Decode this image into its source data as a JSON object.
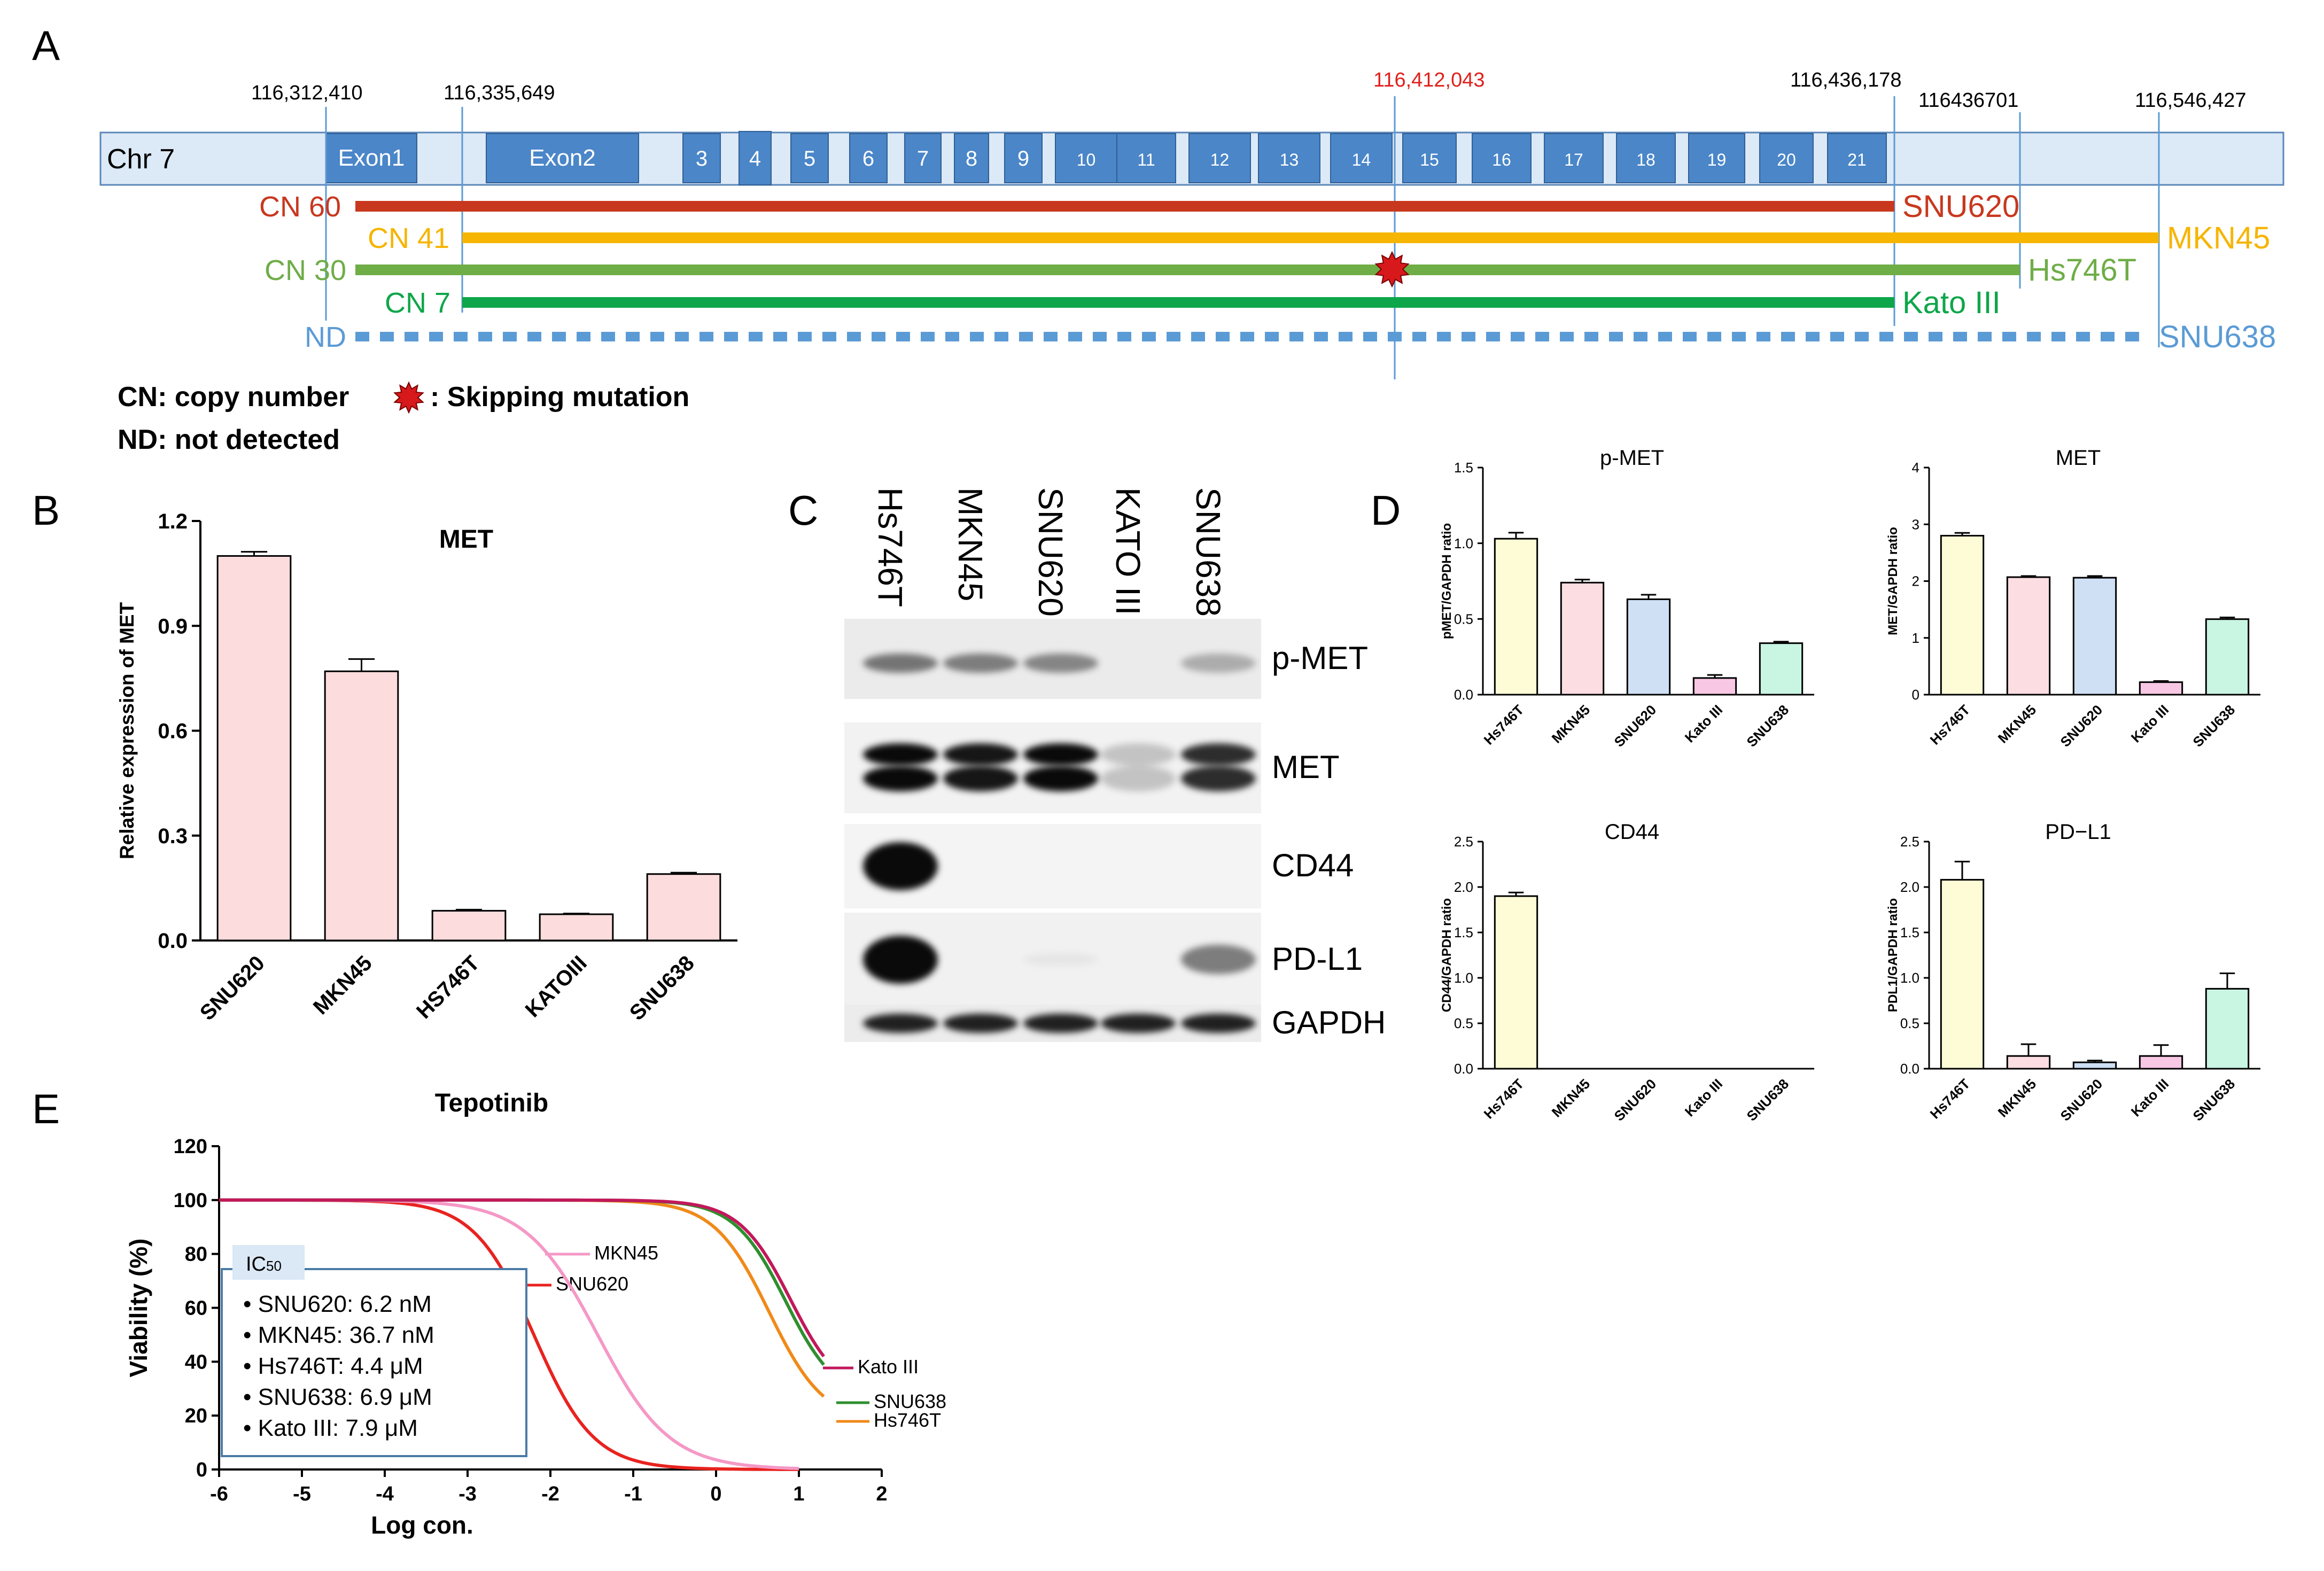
{
  "panels": {
    "a": "A",
    "b": "B",
    "c": "C",
    "d": "D",
    "e": "E"
  },
  "panel_a": {
    "chromosome_label": "Chr 7",
    "coordinates": [
      {
        "text": "116,312,410",
        "color": "#000000"
      },
      {
        "text": "116,335,649",
        "color": "#000000"
      },
      {
        "text": "116,412,043",
        "color": "#e0201b"
      },
      {
        "text": "116,436,178",
        "color": "#000000"
      },
      {
        "text": "116436701",
        "color": "#000000"
      },
      {
        "text": "116,546,427",
        "color": "#000000"
      }
    ],
    "exons": [
      "Exon1",
      "Exon2",
      "3",
      "4",
      "5",
      "6",
      "7",
      "8",
      "9",
      "10",
      "11",
      "12",
      "13",
      "14",
      "15",
      "16",
      "17",
      "18",
      "19",
      "20",
      "21"
    ],
    "copy_numbers": [
      {
        "cn": "CN 60",
        "cell_line": "SNU620",
        "color": "#c8381e"
      },
      {
        "cn": "CN 41",
        "cell_line": "MKN45",
        "color": "#f5b500"
      },
      {
        "cn": "CN 30",
        "cell_line": "Hs746T",
        "color": "#6fad47"
      },
      {
        "cn": "CN 7",
        "cell_line": "Kato III",
        "color": "#0ea64a"
      },
      {
        "cn": "ND",
        "cell_line": "SNU638",
        "color": "#5b9bd5"
      }
    ],
    "legend": {
      "cn": "CN: copy number",
      "skip": ": Skipping mutation",
      "nd": "ND: not detected"
    },
    "colors": {
      "chromosome_fill": "#dce9f6",
      "exon_fill": "#4a86c8",
      "mutation": "#d7191c"
    }
  },
  "panel_b": {
    "chart_data": {
      "type": "bar",
      "title": "MET",
      "ylabel": "Relative expression of MET",
      "categories": [
        "SNU620",
        "MKN45",
        "HS746T",
        "KATOIII",
        "SNU638"
      ],
      "values": [
        1.1,
        0.77,
        0.085,
        0.075,
        0.19
      ],
      "errors": [
        0.012,
        0.035,
        0.003,
        0.002,
        0.004
      ],
      "ylim": [
        0,
        1.2
      ],
      "yticks": [
        "0.0",
        "0.3",
        "0.6",
        "0.9",
        "1.2"
      ],
      "color": "#fcdcdc"
    }
  },
  "panel_c": {
    "lanes": [
      "Hs746T",
      "MKN45",
      "SNU620",
      "KATO III",
      "SNU638"
    ],
    "blots": [
      "p-MET",
      "MET",
      "CD44",
      "PD-L1",
      "GAPDH"
    ],
    "intensities": {
      "p-MET": [
        0.75,
        0.7,
        0.65,
        0.0,
        0.4
      ],
      "MET": [
        1.0,
        0.95,
        1.0,
        0.2,
        0.85
      ],
      "CD44": [
        1.0,
        0.0,
        0.0,
        0.0,
        0.0
      ],
      "PD-L1": [
        1.0,
        0.0,
        0.05,
        0.0,
        0.5
      ],
      "GAPDH": [
        0.9,
        0.9,
        0.9,
        0.9,
        0.9
      ]
    }
  },
  "panel_d": {
    "chart_data": [
      {
        "type": "bar",
        "title": "p-MET",
        "ylabel": "pMET/GAPDH ratio",
        "categories": [
          "Hs746T",
          "MKN45",
          "SNU620",
          "Kato III",
          "SNU638"
        ],
        "values": [
          1.03,
          0.74,
          0.63,
          0.11,
          0.34
        ],
        "errors": [
          0.04,
          0.02,
          0.03,
          0.02,
          0.01
        ],
        "ylim": [
          0,
          1.5
        ],
        "yticks": [
          "0.0",
          "0.5",
          "1.0",
          "1.5"
        ]
      },
      {
        "type": "bar",
        "title": "MET",
        "ylabel": "MET/GAPDH ratio",
        "categories": [
          "Hs746T",
          "MKN45",
          "SNU620",
          "Kato III",
          "SNU638"
        ],
        "values": [
          2.8,
          2.07,
          2.06,
          0.22,
          1.33
        ],
        "errors": [
          0.05,
          0.02,
          0.03,
          0.02,
          0.03
        ],
        "ylim": [
          0,
          4
        ],
        "yticks": [
          "0",
          "1",
          "2",
          "3",
          "4"
        ]
      },
      {
        "type": "bar",
        "title": "CD44",
        "ylabel": "CD44/GAPDH ratio",
        "categories": [
          "Hs746T",
          "MKN45",
          "SNU620",
          "Kato III",
          "SNU638"
        ],
        "values": [
          1.9,
          0,
          0,
          0,
          0
        ],
        "errors": [
          0.04,
          0,
          0,
          0,
          0
        ],
        "ylim": [
          0,
          2.5
        ],
        "yticks": [
          "0.0",
          "0.5",
          "1.0",
          "1.5",
          "2.0",
          "2.5"
        ]
      },
      {
        "type": "bar",
        "title": "PD−L1",
        "ylabel": "PDL1/GAPDH ratio",
        "categories": [
          "Hs746T",
          "MKN45",
          "SNU620",
          "Kato III",
          "SNU638"
        ],
        "values": [
          2.08,
          0.14,
          0.07,
          0.14,
          0.88
        ],
        "errors": [
          0.2,
          0.13,
          0.02,
          0.12,
          0.17
        ],
        "ylim": [
          0,
          2.5
        ],
        "yticks": [
          "0.0",
          "0.5",
          "1.0",
          "1.5",
          "2.0",
          "2.5"
        ]
      }
    ],
    "colors": [
      "#fdfcd6",
      "#fcdde2",
      "#cfe0f5",
      "#f8c7e4",
      "#c9f5e3"
    ]
  },
  "panel_e": {
    "chart_data": {
      "type": "line",
      "title": "Tepotinib",
      "xlabel": "Log con.",
      "ylabel": "Viability (%)",
      "xlim": [
        -6,
        2
      ],
      "ylim": [
        0,
        120
      ],
      "xticks": [
        "-6",
        "-5",
        "-4",
        "-3",
        "-2",
        "-1",
        "0",
        "1",
        "2"
      ],
      "yticks": [
        "0",
        "20",
        "40",
        "60",
        "80",
        "100",
        "120"
      ],
      "series": [
        {
          "name": "SNU620",
          "color": "#e8231f",
          "top": 100,
          "bottom": 0,
          "logIC50": -2.2,
          "hill": 1.2,
          "xmax": 1.0
        },
        {
          "name": "MKN45",
          "color": "#f598c6",
          "top": 100,
          "bottom": 0,
          "logIC50": -1.43,
          "hill": 1.0,
          "xmax": 1.0
        },
        {
          "name": "Hs746T",
          "color": "#f08a1a",
          "top": 100,
          "bottom": 17,
          "logIC50": 0.64,
          "hill": 1.3,
          "xmax": 1.3
        },
        {
          "name": "SNU638",
          "color": "#2f8f2f",
          "top": 100,
          "bottom": 25,
          "logIC50": 0.84,
          "hill": 1.4,
          "xmax": 1.3
        },
        {
          "name": "Kato III",
          "color": "#c2185b",
          "top": 100,
          "bottom": 26,
          "logIC50": 0.9,
          "hill": 1.4,
          "xmax": 1.3
        }
      ],
      "ic50_box": {
        "header": "IC",
        "header_sub": "50",
        "lines": [
          "• SNU620: 6.2 nM",
          "• MKN45: 36.7 nM",
          "• Hs746T: 4.4 μM",
          "• SNU638: 6.9 μM",
          "• Kato III: 7.9 μM"
        ]
      }
    }
  }
}
